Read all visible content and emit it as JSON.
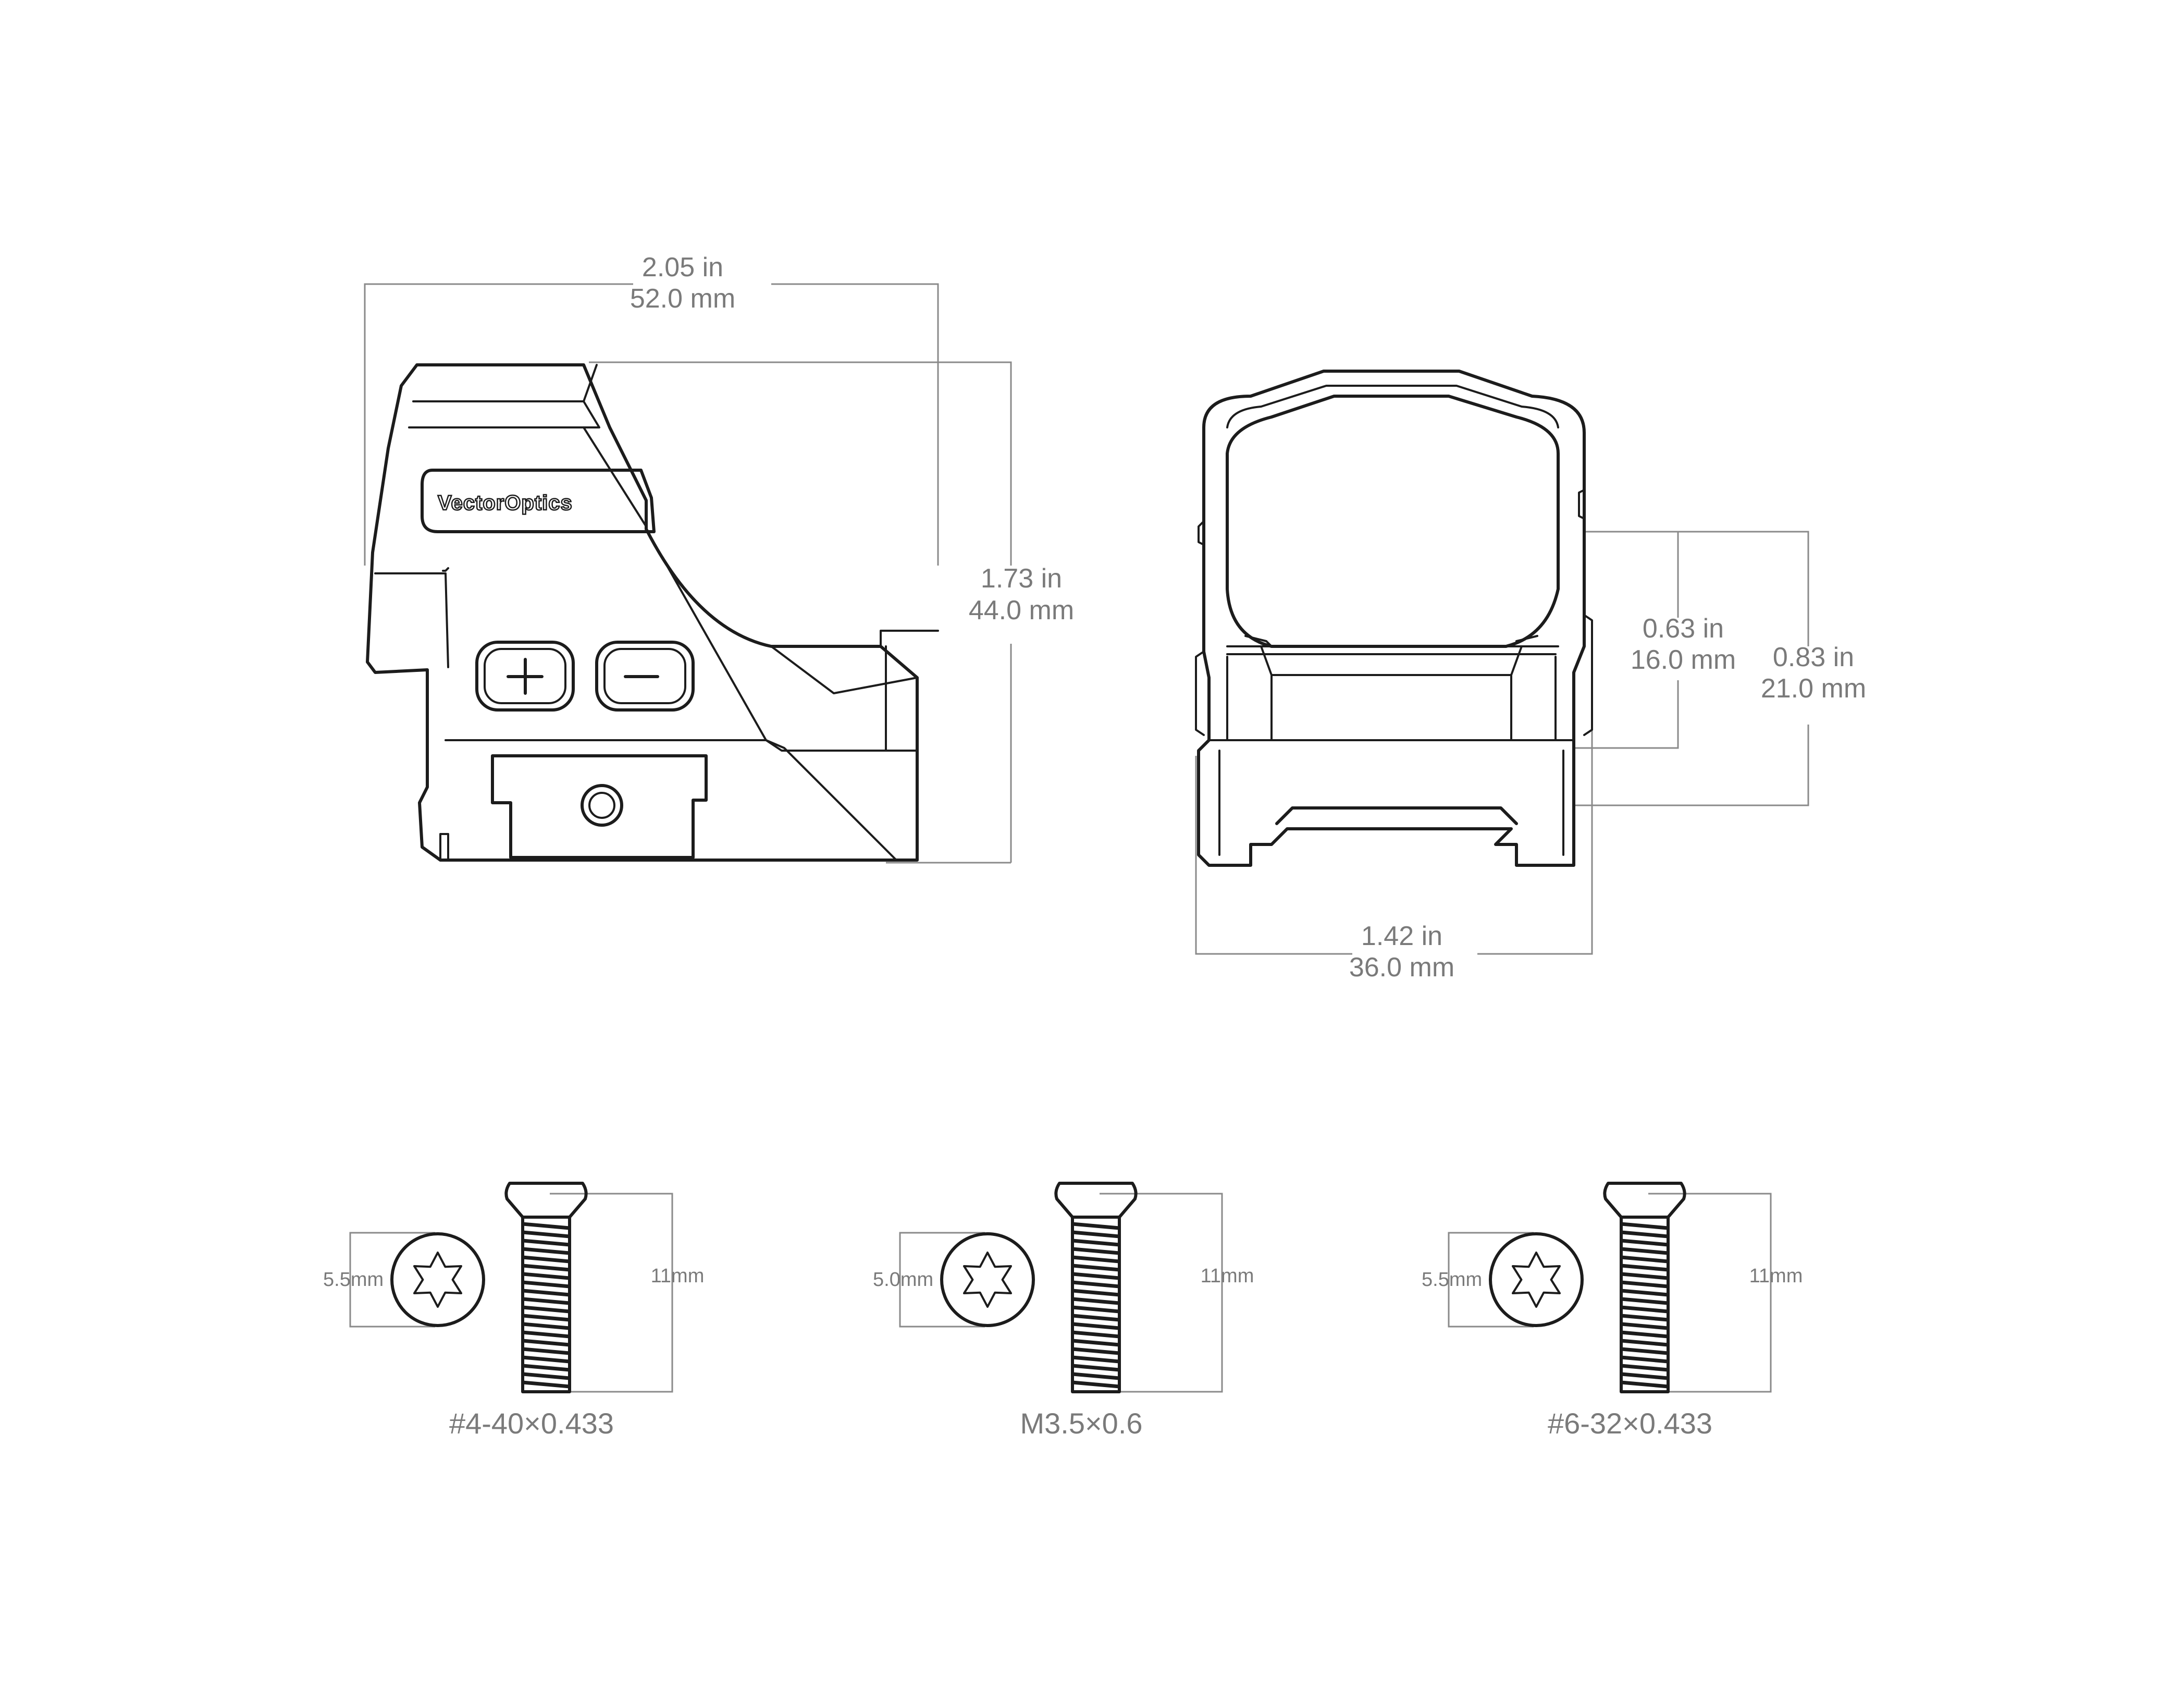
{
  "dimensions": {
    "width": {
      "in": "2.05 in",
      "mm": "52.0 mm"
    },
    "height": {
      "in": "1.73 in",
      "mm": "44.0 mm"
    },
    "window_height": {
      "in": "0.63 in",
      "mm": "16.0 mm"
    },
    "optical_height": {
      "in": "0.83 in",
      "mm": "21.0 mm"
    },
    "base_width": {
      "in": "1.42 in",
      "mm": "36.0 mm"
    }
  },
  "logo": "VectorOptics",
  "buttons": {
    "plus": "+",
    "minus": "−"
  },
  "screws": [
    {
      "head": "5.5mm",
      "length": "11mm",
      "spec": "#4-40×0.433"
    },
    {
      "head": "5.0mm",
      "length": "11mm",
      "spec": "M3.5×0.6"
    },
    {
      "head": "5.5mm",
      "length": "11mm",
      "spec": "#6-32×0.433"
    }
  ],
  "colors": {
    "line": "#1c1c1c",
    "dimension": "#8a8a8a",
    "text": "#7a7a7a"
  },
  "icons": [
    "plus-icon",
    "minus-icon",
    "torx-icon"
  ]
}
